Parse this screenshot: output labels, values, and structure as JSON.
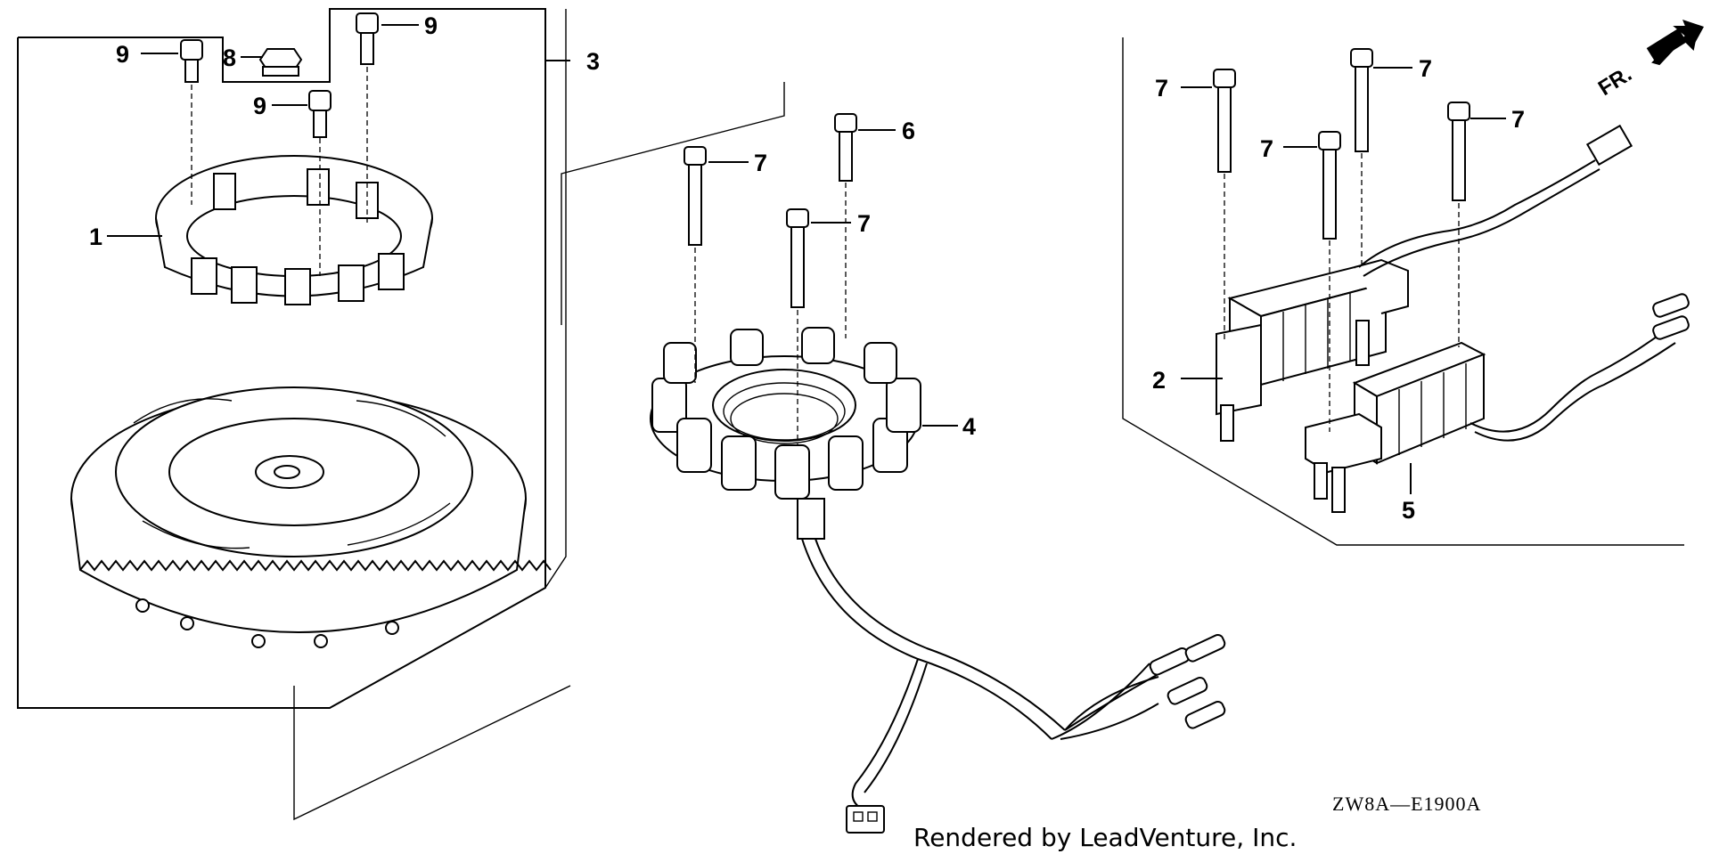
{
  "callouts": {
    "c1": "1",
    "c2": "2",
    "c3": "3",
    "c4": "4",
    "c5": "5",
    "c6": "6",
    "c7a": "7",
    "c7b": "7",
    "c7c": "7",
    "c7d": "7",
    "c7e": "7",
    "c7f": "7",
    "c8": "8",
    "c9a": "9",
    "c9b": "9",
    "c9c": "9"
  },
  "diagram_code": "ZW8A—E1900A",
  "credit": "Rendered by LeadVenture, Inc.",
  "direction_label": "FR.",
  "parts": [
    {
      "ref": "1",
      "name": "ring-gear-flange"
    },
    {
      "ref": "2",
      "name": "ignition-coil-a"
    },
    {
      "ref": "3",
      "name": "flywheel-assembly"
    },
    {
      "ref": "4",
      "name": "stator"
    },
    {
      "ref": "5",
      "name": "ignition-coil-b"
    },
    {
      "ref": "6",
      "name": "bolt"
    },
    {
      "ref": "7",
      "name": "bolt"
    },
    {
      "ref": "8",
      "name": "nut"
    },
    {
      "ref": "9",
      "name": "bolt"
    }
  ]
}
